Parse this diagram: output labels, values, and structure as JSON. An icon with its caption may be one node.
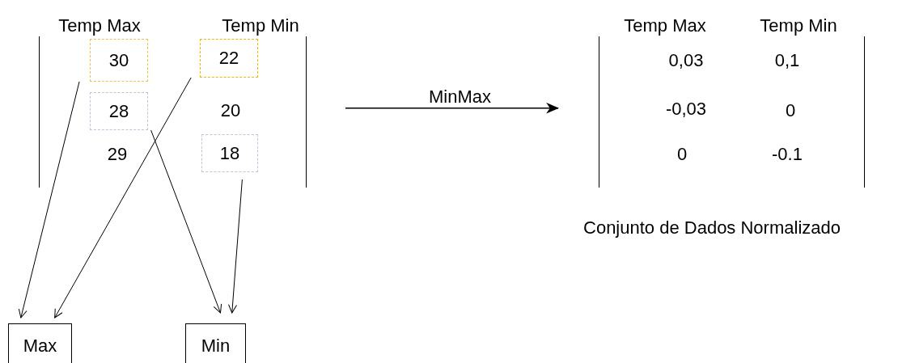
{
  "diagram": {
    "nodes": [
      {
        "text": [
          "Temp Max",
          "Temp Min",
          "20",
          "29"
        ]
      },
      {
        "text": [
          "30"
        ],
        "in": 0
      },
      {
        "text": [
          "22"
        ],
        "in": 0
      },
      {
        "text": [
          "28"
        ],
        "in": 0
      },
      {
        "text": [
          "18"
        ],
        "in": 0
      },
      {
        "text": [
          "Temp Max",
          "Temp Min",
          "0,03",
          "0,1",
          "-0,03",
          "0",
          "0",
          "-0.1"
        ],
        "beside": [
          "Conjunto de Dados Normalizado"
        ]
      },
      {
        "text": [
          "Max"
        ]
      },
      {
        "text": [
          "Min"
        ]
      }
    ],
    "edges": [
      {
        "from": 1,
        "to": 6,
        "arrow": "to"
      },
      {
        "from": 2,
        "to": 6,
        "arrow": "to"
      },
      {
        "from": 3,
        "to": 7,
        "arrow": "to"
      },
      {
        "from": 4,
        "to": 7,
        "arrow": "to"
      },
      {
        "from": 0,
        "to": 5,
        "arrow": "to",
        "label": "MinMax"
      }
    ]
  }
}
